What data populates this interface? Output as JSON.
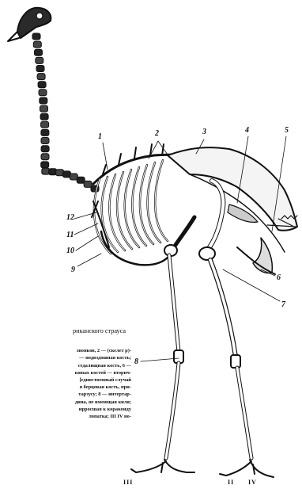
{
  "figure": {
    "labels": [
      "1",
      "2",
      "3",
      "4",
      "5",
      "6",
      "7",
      "8",
      "9",
      "10",
      "11",
      "12"
    ],
    "digit_labels": [
      "III",
      "II",
      "IV"
    ]
  },
  "caption": {
    "title": "риканского страуса",
    "lines": [
      "звонков, 2 — (скелет р)-",
      "— подвздошная кость;",
      "седалищная кость, 6 —",
      "ковых костей — вторич-",
      "[единственный случай",
      "я берцовая кость, при-",
      "тарзусу; 8 — интертар-",
      "дина, не имеющая киля;",
      "ирросшая к коракоиду",
      "лопатка; III  IV  но-"
    ]
  }
}
